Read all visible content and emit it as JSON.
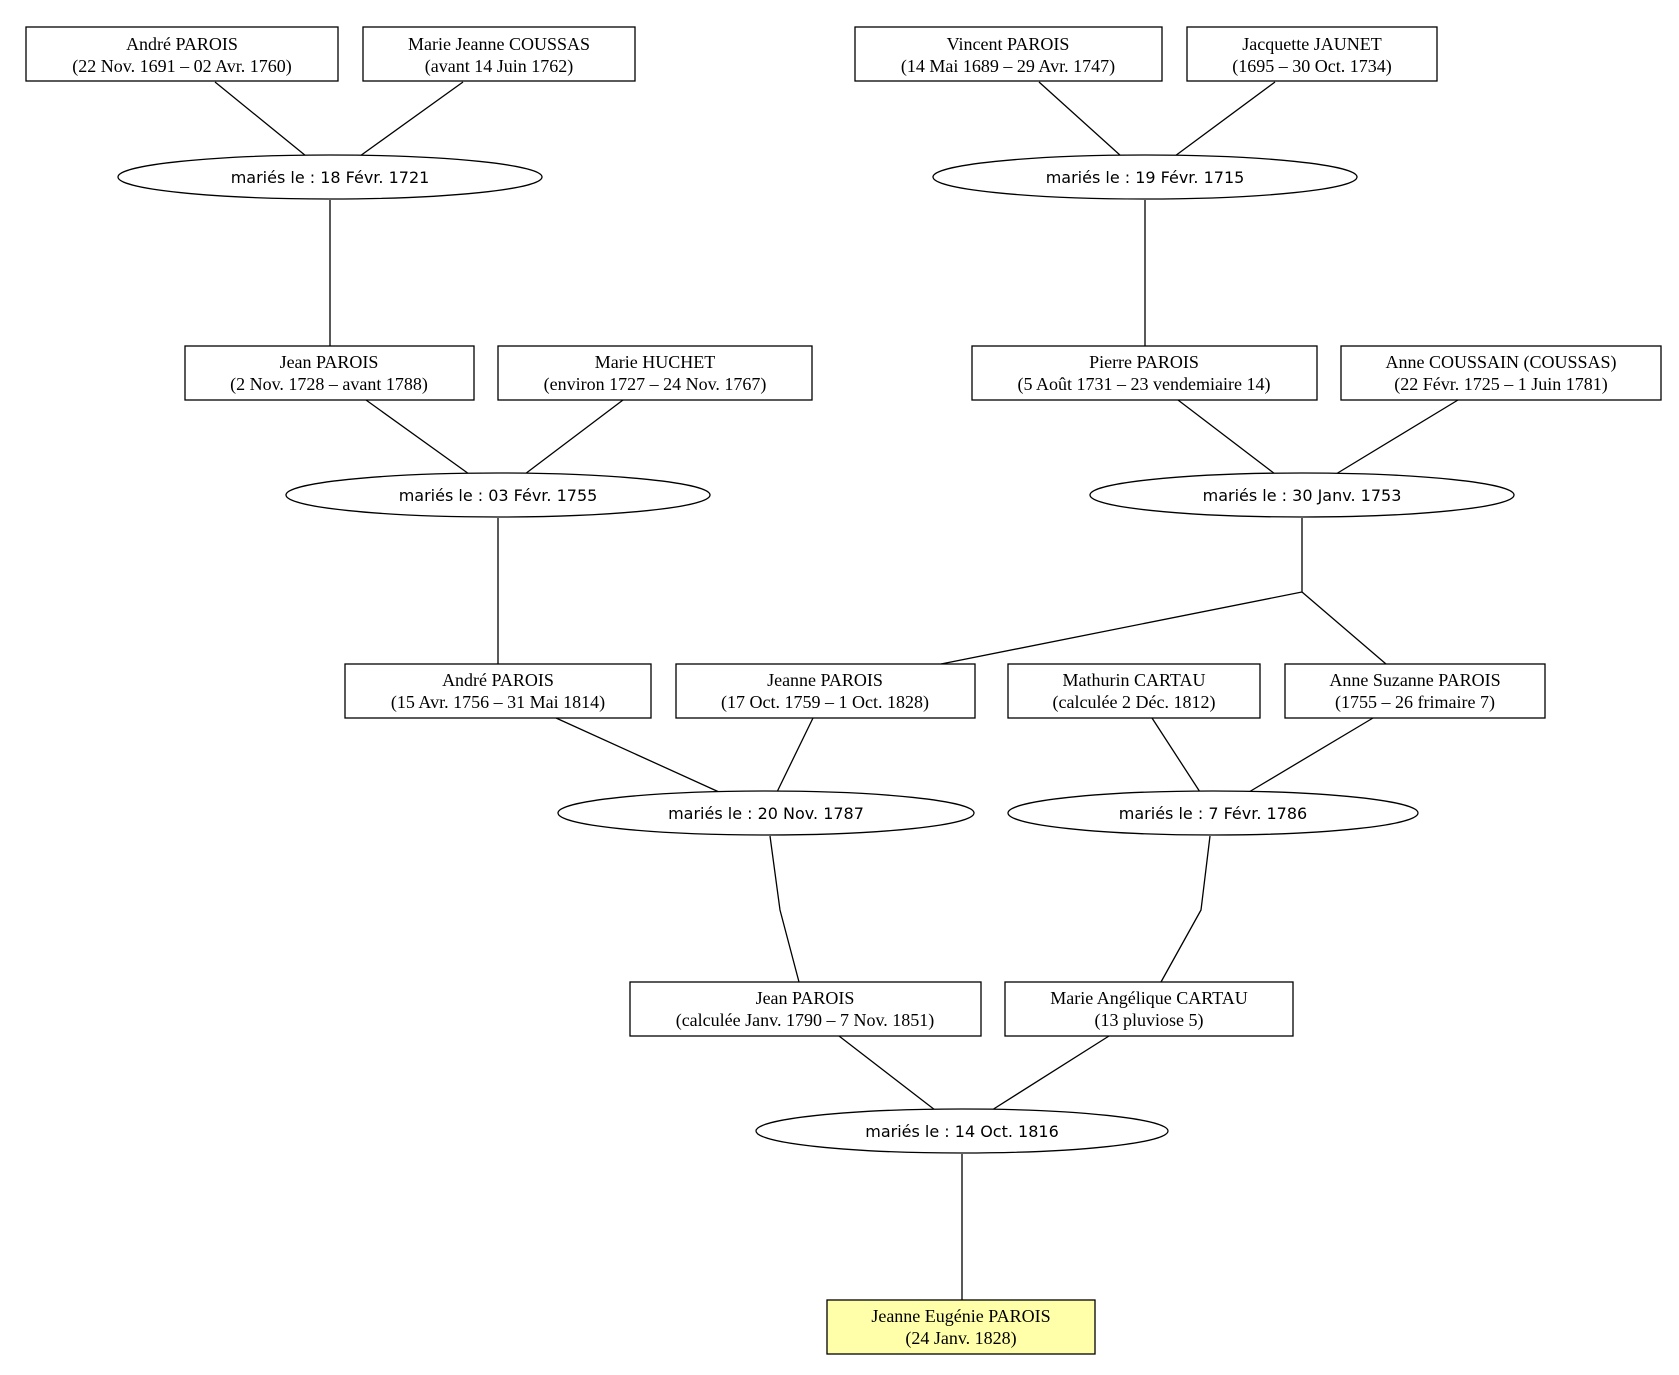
{
  "persons": {
    "andre_1691": {
      "name": "André PAROIS",
      "dates": "(22 Nov. 1691 – 02 Avr. 1760)"
    },
    "marie_coussas": {
      "name": "Marie Jeanne COUSSAS",
      "dates": "(avant 14 Juin 1762)"
    },
    "vincent": {
      "name": "Vincent PAROIS",
      "dates": "(14 Mai 1689 – 29 Avr. 1747)"
    },
    "jacquette": {
      "name": "Jacquette JAUNET",
      "dates": "(1695 – 30 Oct. 1734)"
    },
    "jean_1728": {
      "name": "Jean PAROIS",
      "dates": "(2 Nov. 1728 – avant 1788)"
    },
    "marie_huchet": {
      "name": "Marie HUCHET",
      "dates": "(environ 1727 – 24 Nov. 1767)"
    },
    "pierre": {
      "name": "Pierre PAROIS",
      "dates": "(5 Août 1731 – 23 vendemiaire 14)"
    },
    "anne_coussain": {
      "name": "Anne COUSSAIN (COUSSAS)",
      "dates": "(22 Févr. 1725 – 1 Juin 1781)"
    },
    "andre_1756": {
      "name": "André PAROIS",
      "dates": "(15 Avr. 1756 – 31 Mai 1814)"
    },
    "jeanne_1759": {
      "name": "Jeanne PAROIS",
      "dates": "(17 Oct. 1759 – 1 Oct. 1828)"
    },
    "mathurin": {
      "name": "Mathurin CARTAU",
      "dates": "(calculée 2 Déc. 1812)"
    },
    "anne_suzanne": {
      "name": "Anne Suzanne PAROIS",
      "dates": "(1755 – 26 frimaire 7)"
    },
    "jean_1790": {
      "name": "Jean PAROIS",
      "dates": "(calculée Janv. 1790 – 7 Nov. 1851)"
    },
    "marie_angelique": {
      "name": "Marie Angélique CARTAU",
      "dates": "(13 pluviose 5)"
    },
    "jeanne_eugenie": {
      "name": "Jeanne Eugénie PAROIS",
      "dates": "(24 Janv. 1828)"
    }
  },
  "unions": {
    "u1721": "mariés le : 18 Févr. 1721",
    "u1715": "mariés le : 19 Févr. 1715",
    "u1755": "mariés le : 03 Févr. 1755",
    "u1753": "mariés le : 30 Janv. 1753",
    "u1787": "mariés le : 20 Nov. 1787",
    "u1786": "mariés le : 7 Févr. 1786",
    "u1816": "mariés le : 14 Oct. 1816"
  },
  "colors": {
    "root_fill": "#ffffaa",
    "stroke": "#000000"
  }
}
